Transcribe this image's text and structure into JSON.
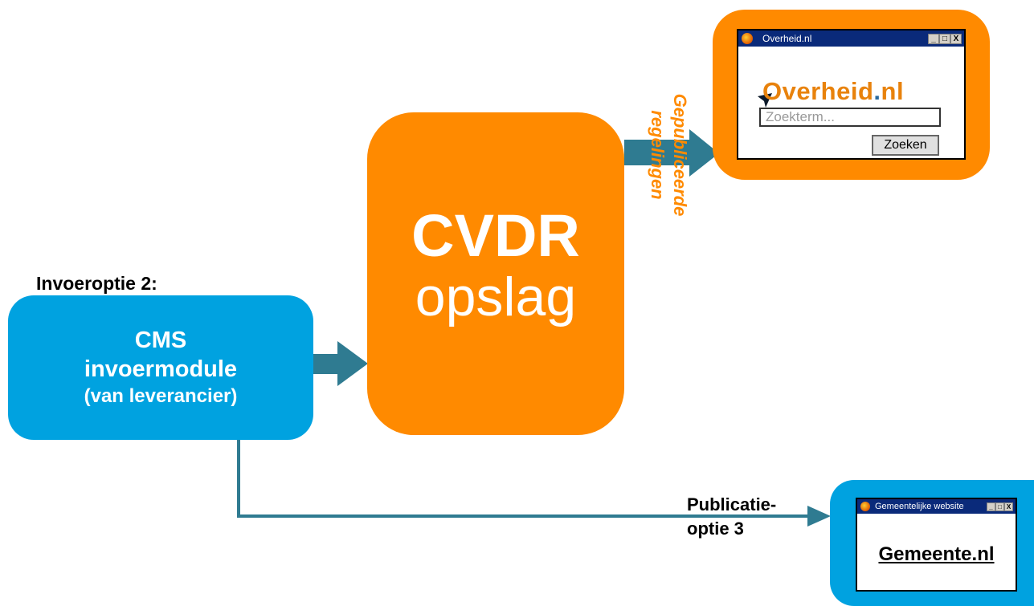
{
  "storage": {
    "line1": "CVDR",
    "line2": "opslag"
  },
  "input_option": {
    "label": "Invoeroptie 2:"
  },
  "cms": {
    "line1": "CMS",
    "line2": "invoermodule",
    "line3": "(van leverancier)"
  },
  "published": {
    "line1": "Gepubliceerde",
    "line2": "regelingen"
  },
  "publication_option": {
    "line1": "Publicatie-",
    "line2": "optie 3"
  },
  "overheid_window": {
    "title": "Overheid.nl",
    "logo_main": "Overheid",
    "logo_dot": ".",
    "logo_tld": "nl",
    "search_placeholder": "Zoekterm...",
    "search_button": "Zoeken",
    "controls": [
      "_",
      "□",
      "X"
    ]
  },
  "gemeente_window": {
    "title": "Gemeentelijke website",
    "site_name": "Gemeente.nl",
    "controls": [
      "_",
      "□",
      "X"
    ]
  },
  "colors": {
    "orange": "#ff8a00",
    "blue": "#00a2e0",
    "arrow": "#2f7b91",
    "titlebar": "#0a2a7a"
  }
}
